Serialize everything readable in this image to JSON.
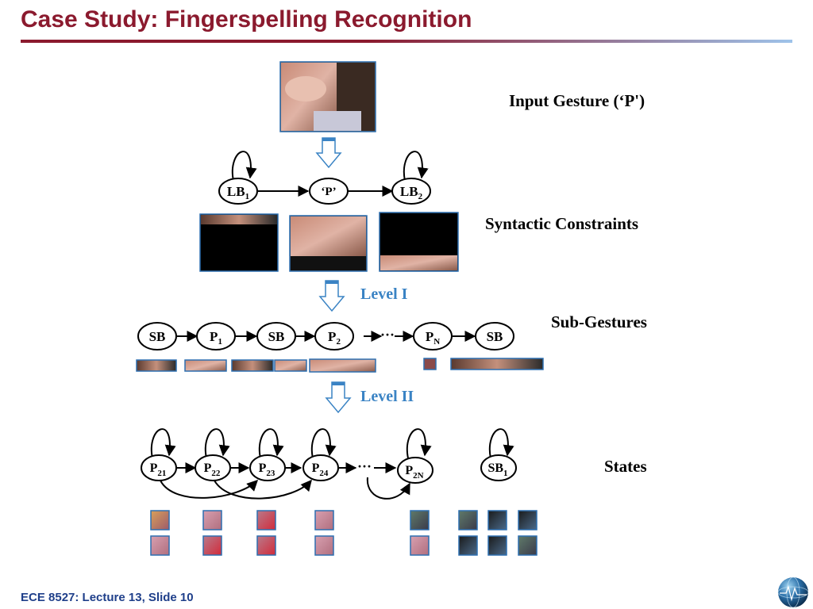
{
  "slide": {
    "title": "Case Study: Fingerspelling Recognition",
    "footer": "ECE 8527: Lecture 13, Slide 10"
  },
  "labels": {
    "input_gesture": "Input Gesture (‘P')",
    "syntactic": "Syntactic Constraints",
    "sub_gestures": "Sub-Gestures",
    "states": "States",
    "level1": "Level I",
    "level2": "Level II",
    "ellipsis": "···"
  },
  "syntax_nodes": [
    {
      "base": "LB",
      "sub": "1"
    },
    {
      "base": "‘P’",
      "sub": ""
    },
    {
      "base": "LB",
      "sub": "2"
    }
  ],
  "subgesture_nodes": [
    {
      "base": "SB",
      "sub": ""
    },
    {
      "base": "P",
      "sub": "1"
    },
    {
      "base": "SB",
      "sub": ""
    },
    {
      "base": "P",
      "sub": "2"
    },
    {
      "base": "P",
      "sub": "N"
    },
    {
      "base": "SB",
      "sub": ""
    }
  ],
  "state_nodes": [
    {
      "base": "P",
      "sub": "21"
    },
    {
      "base": "P",
      "sub": "22"
    },
    {
      "base": "P",
      "sub": "23"
    },
    {
      "base": "P",
      "sub": "24"
    },
    {
      "base": "P",
      "sub": "2N"
    },
    {
      "base": "SB",
      "sub": "1"
    }
  ],
  "colors": {
    "title": "#8b1a2e",
    "rule_start": "#8b1a2e",
    "rule_end": "#9ec3ea",
    "level_text": "#3a83c4",
    "arrow_fill": "#ffffff",
    "arrow_stroke": "#3a83c4",
    "footer": "#1f3f8a",
    "photo_border": "#2d6fb0"
  },
  "icons": {
    "logo": "globe-logo-icon",
    "down_arrow": "block-down-arrow-icon"
  }
}
